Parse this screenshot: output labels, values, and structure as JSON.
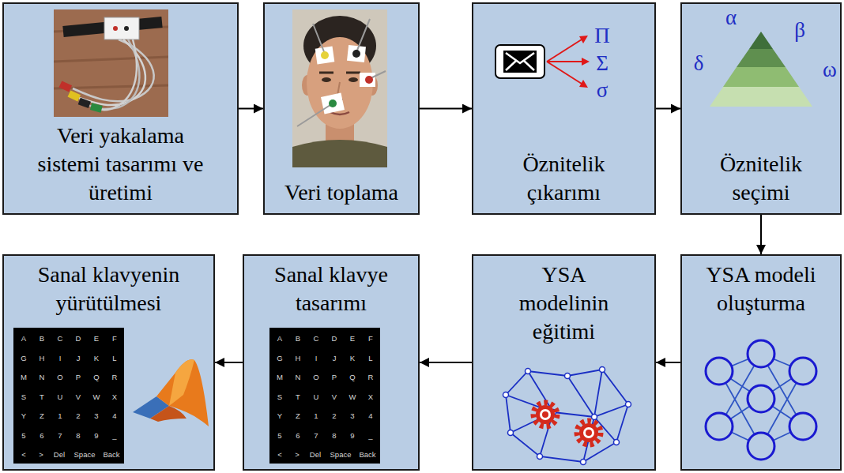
{
  "diagram": {
    "nodes": [
      {
        "text": [
          "Veri yakalama sistemi tasarımı ve üretimi"
        ]
      },
      {
        "text": [
          "Veri toplama"
        ]
      },
      {
        "text": [
          "Öznitelik çıkarımı"
        ]
      },
      {
        "text": [
          "Öznitelik seçimi"
        ]
      },
      {
        "text": [
          "YSA modeli oluşturma"
        ]
      },
      {
        "text": [
          "YSA modelinin eğitimi"
        ]
      },
      {
        "text": [
          "Sanal klavye tasarımı"
        ]
      },
      {
        "text": [
          "Sanal klavyenin yürütülmesi"
        ]
      }
    ],
    "edges": [
      {
        "from": 0,
        "to": 1,
        "arrow": "to"
      },
      {
        "from": 1,
        "to": 2,
        "arrow": "to"
      },
      {
        "from": 2,
        "to": 3,
        "arrow": "to"
      },
      {
        "from": 3,
        "to": 4,
        "arrow": "to"
      },
      {
        "from": 4,
        "to": 5,
        "arrow": "to"
      },
      {
        "from": 5,
        "to": 6,
        "arrow": "to"
      },
      {
        "from": 6,
        "to": 7,
        "arrow": "to"
      }
    ],
    "labels": [
      "Π",
      "Σ",
      "σ",
      "α",
      "β",
      "δ",
      "ω",
      "A",
      "B",
      "C",
      "D",
      "E",
      "F",
      "G",
      "H",
      "I",
      "J",
      "K",
      "L",
      "M",
      "N",
      "O",
      "P",
      "Q",
      "R",
      "S",
      "T",
      "U",
      "V",
      "W",
      "X",
      "Y",
      "Z",
      "1",
      "2",
      "3",
      "4",
      "5",
      "6",
      "7",
      "8",
      "9",
      "_",
      "<",
      ">",
      "Del",
      "Space",
      "Back",
      "A",
      "B",
      "C",
      "D",
      "E",
      "F",
      "G",
      "H",
      "I",
      "J",
      "K",
      "L",
      "M",
      "N",
      "O",
      "P",
      "Q",
      "R",
      "S",
      "T",
      "U",
      "V",
      "W",
      "X",
      "Y",
      "Z",
      "1",
      "2",
      "3",
      "4",
      "5",
      "6",
      "7",
      "8",
      "9",
      "_",
      "<",
      ">",
      "Del",
      "Space",
      "Back"
    ]
  }
}
